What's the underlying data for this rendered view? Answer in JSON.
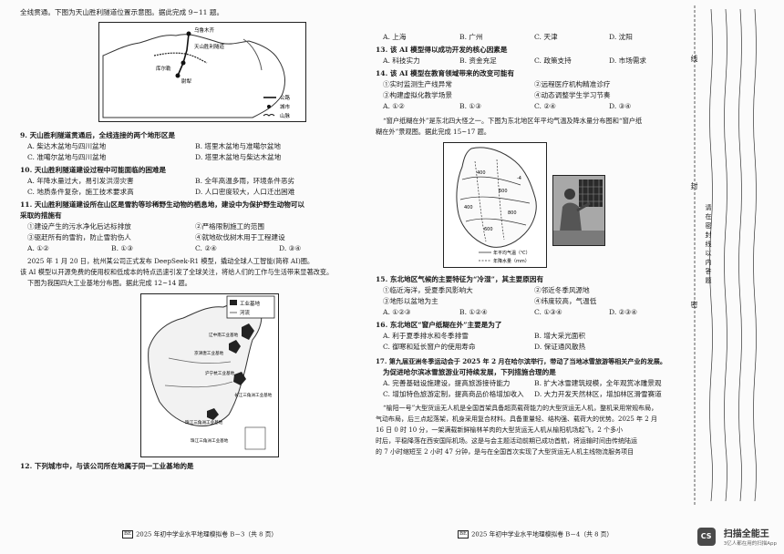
{
  "left": {
    "intro1": "全线贯通。下图为天山胜利隧道位置示意图。据此完成 9~11 题。",
    "map1": {
      "cities": [
        "乌鲁木齐",
        "库尔勒",
        "尉犁"
      ],
      "tunnel": "天山胜利隧道",
      "legend": [
        "公路",
        "城市",
        "山脉"
      ]
    },
    "q9": {
      "stem": "9. 天山胜利隧道贯通后，全线连接的两个地形区是",
      "A": "A. 柴达木盆地与四川盆地",
      "B": "B. 塔里木盆地与准噶尔盆地",
      "C": "C. 准噶尔盆地与四川盆地",
      "D": "D. 塔里木盆地与柴达木盆地"
    },
    "q10": {
      "stem": "10. 天山胜利隧道建设过程中可能面临的困难是",
      "A": "A. 年降水量过大，易引发洪涝灾害",
      "B": "B. 全年高温多雨，环境条件恶劣",
      "C": "C. 地质条件复杂，施工技术要求高",
      "D": "D. 人口密度较大，人口迁出困难"
    },
    "q11": {
      "stem1": "11. 天山胜利隧道建设所在山区是雪豹等珍稀野生动物的栖息地，建设中为保护野生动物可以",
      "stem2": "采取的措施有",
      "o1": "①建设产生的污水净化后达标排放",
      "o2": "②严格限制施工的范围",
      "o3": "③驱赶所有的雪豹，防止雪豹伤人",
      "o4": "④就地砍伐树木用于工程建设",
      "A": "A. ①②",
      "B": "B. ①③",
      "C": "C. ②④",
      "D": "D. ③④"
    },
    "intro2a": "2025 年 1 月 20 日，杭州某公司正式发布 DeepSeek-R1 模型，撬动全球人工智能(简称 AI)圈。",
    "intro2b": "该 AI 模型以开源免费的使用权和低成本的特点迅速引发了全球关注，将给人们的工作与生活带来显著改变。",
    "intro2c": "下图为我国四大工业基地分布图。据此完成 12~14 题。",
    "map2": {
      "legend_title": "工业基地",
      "legend_river": "河流",
      "labels": [
        "辽中南工业基地",
        "京津唐工业基地",
        "沪宁杭工业基地",
        "长江三角洲工业基地",
        "珠江三角洲工业基地",
        "珠江三角洲工业基地"
      ]
    },
    "q12": "12. 下列城市中，与该公司所在地属于同一工业基地的是",
    "footer": "2025 年初中学业水平地理模拟卷 B－3（共 8 页）",
    "tag": "BE"
  },
  "right": {
    "q12opts": {
      "A": "A. 上海",
      "B": "B. 广州",
      "C": "C. 天津",
      "D": "D. 沈阳"
    },
    "q13": {
      "stem": "13. 该 AI 模型得以成功开发的核心因素是",
      "A": "A. 科技实力",
      "B": "B. 资金充足",
      "C": "C. 政策支持",
      "D": "D. 市场需求"
    },
    "q14": {
      "stem": "14. 该 AI 模型在教育领域带来的改变可能有",
      "o1": "①实时监测生产线异常",
      "o2": "②远程医疗机构精准诊疗",
      "o3": "③构建虚拟化教学场景",
      "o4": "④动态调整学生学习节奏",
      "A": "A. ①②",
      "B": "B. ①③",
      "C": "C. ②④",
      "D": "D. ③④"
    },
    "intro3a": "“窗户纸糊在外”是东北四大怪之一。下图为东北地区年平均气温及降水量分布图和“窗户纸",
    "intro3b": "糊在外”景观图。据此完成 15~17 题。",
    "map3": {
      "legend1": "年平均气温（℃）",
      "legend2": "年降水量（mm）",
      "labels": [
        "400",
        "600",
        "800",
        "400",
        "600",
        "-4"
      ]
    },
    "q15": {
      "stem": "15. 东北地区气候的主要特征为“冷湿”，其主要原因有",
      "o1": "①临近海洋，受夏季风影响大",
      "o2": "②邻近冬季风源地",
      "o3": "③地形以盆地为主",
      "o4": "④纬度较高，气温低",
      "A": "A. ①②③",
      "B": "B. ①②④",
      "C": "C. ①③④",
      "D": "D. ②③④"
    },
    "q16": {
      "stem": "16. 东北地区“窗户纸糊在外”主要是为了",
      "A": "A. 利于夏季排水和冬季排雪",
      "B": "B. 增大采光面积",
      "C": "C. 御寒和延长窗户的使用寿命",
      "D": "D. 保证通风散热"
    },
    "q17": {
      "stem1": "17. 第九届亚洲冬季运动会于 2025 年 2 月在哈尔滨举行，带动了当地冰雪旅游等相关产业的发展。",
      "stem2": "为促进哈尔滨冰雪旅游业可持续发展，下列措施合理的是",
      "A": "A. 完善基础设施建设，提高旅游接待能力",
      "B": "B. 扩大冰雪建筑规模，全年观赏冰雕景观",
      "C": "C. 增加特色旅游定制，提高商品价格增加收入",
      "D": "D. 大力开发天然林区，增加林区滑雪赛道"
    },
    "para": [
      "“榆阳一号”大型货运无人机是全国首架具备超高载荷能力的大型货运无人机，整机采用常规布局，",
      "气动布局，后三点起落架，机身采用复合材料。具备重量轻、结构强、载荷大的优势。2025 年 2 月",
      "16 日 0 时 10 分，一架满载新鲜榆林羊肉的大型货运无人机从榆阳机场起飞，2 个多小",
      "时后，平稳降落在西安国际机场。这是与会主题活动前期已成功首航，将运输时间由传统陆运",
      "的 7 小时缩短至 2 小时 47 分钟，是与在全国首次实现了大型货运无人机主线物流服务项目"
    ],
    "footer": "2025 年初中学业水平地理模拟卷 B－4（共 8 页）",
    "tag": "BE"
  },
  "binding": {
    "chars": [
      "线",
      "封",
      "密"
    ],
    "note": "请在密封线以内答题"
  },
  "watermark": {
    "logo": "CS",
    "title": "扫描全能王",
    "sub": "3亿人都在用的扫描App"
  }
}
